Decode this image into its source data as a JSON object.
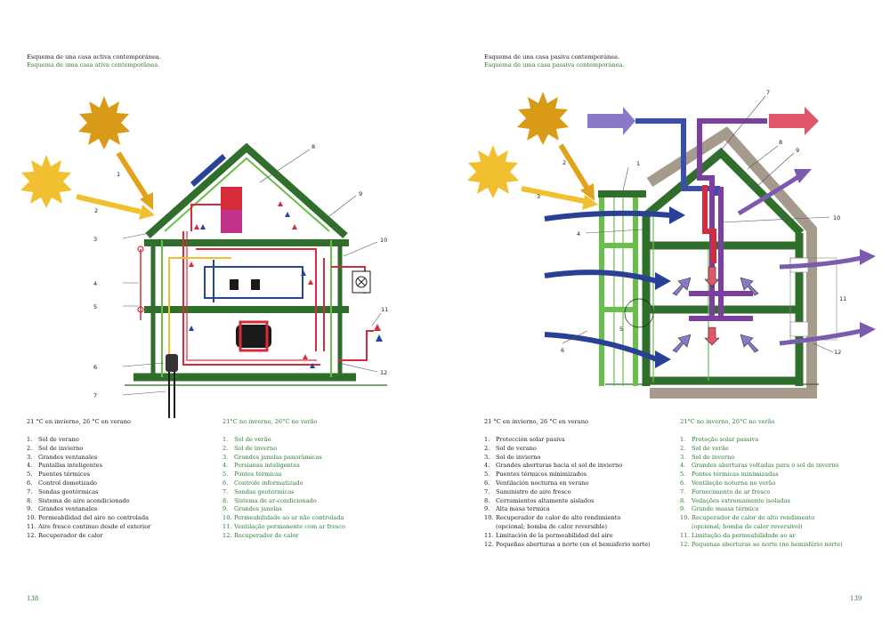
{
  "left": {
    "title_es": "Esquema de una casa activa contemporánea.",
    "title_pt": "Esquema de uma casa ativa contemporânea.",
    "temp_es": "21 °C en invierno, 26 °C en verano",
    "temp_pt": "21°C no inverno, 26°C no verão",
    "legend_es": [
      {
        "num": "1.",
        "text": "Sol de verano"
      },
      {
        "num": "2.",
        "text": "Sol de invierno"
      },
      {
        "num": "3.",
        "text": "Grandes ventanales"
      },
      {
        "num": "4.",
        "text": "Pantallas inteligentes"
      },
      {
        "num": "5.",
        "text": "Puentes térmicos"
      },
      {
        "num": "6.",
        "text": "Control domotizado"
      },
      {
        "num": "7.",
        "text": "Sondas geotérmicas"
      },
      {
        "num": "8.",
        "text": "Sistema de aire acondicionado"
      },
      {
        "num": "9.",
        "text": "Grandes ventanales"
      },
      {
        "num": "10.",
        "text": "Permeabilidad del aire no controlada"
      },
      {
        "num": "11.",
        "text": "Aire fresco continuo desde el exterior"
      },
      {
        "num": "12.",
        "text": "Recuperador de calor"
      }
    ],
    "legend_pt": [
      {
        "num": "1.",
        "text": "Sol de verão"
      },
      {
        "num": "2.",
        "text": "Sol de inverno"
      },
      {
        "num": "3.",
        "text": "Grandes janelas panorâmicas"
      },
      {
        "num": "4.",
        "text": "Persianas inteligentes"
      },
      {
        "num": "5.",
        "text": "Pontes térmicas"
      },
      {
        "num": "6.",
        "text": "Controle informatizado"
      },
      {
        "num": "7.",
        "text": "Sondas geotérmicas"
      },
      {
        "num": "8.",
        "text": "Sistema de ar-condicionado"
      },
      {
        "num": "9.",
        "text": "Grandes janelas"
      },
      {
        "num": "10.",
        "text": "Permeabilidade ao ar não controlada"
      },
      {
        "num": "11.",
        "text": "Ventilação permanente com ar fresco"
      },
      {
        "num": "12.",
        "text": "Recuperador de calor"
      }
    ],
    "callouts": [
      "1",
      "2",
      "3",
      "4",
      "5",
      "6",
      "7",
      "8",
      "9",
      "10",
      "11",
      "12"
    ],
    "page_number": "138"
  },
  "right": {
    "title_es": "Esquema de una casa pasiva contemporánea.",
    "title_pt": "Esquema de uma casa passiva contemporânea.",
    "temp_es": "21 °C en invierno, 26 °C en verano",
    "temp_pt": "21°C no inverno, 26°C no verão",
    "legend_es": [
      {
        "num": "1.",
        "text": "Protección solar pasiva"
      },
      {
        "num": "2.",
        "text": "Sol de verano"
      },
      {
        "num": "3.",
        "text": "Sol de invierno"
      },
      {
        "num": "4.",
        "text": "Grandes aberturas hacia el sol de invierno"
      },
      {
        "num": "5.",
        "text": "Puentes térmicos minimizados"
      },
      {
        "num": "6.",
        "text": "Ventilación nocturna en verano"
      },
      {
        "num": "7.",
        "text": "Suministro de aire fresco"
      },
      {
        "num": "8.",
        "text": "Cerramientos altamente aislados"
      },
      {
        "num": "9.",
        "text": "Alta masa térmica"
      },
      {
        "num": "10.",
        "text": "Recuperador de calor de alto rendimiento"
      },
      {
        "num": "",
        "text": "(opcional; bomba de calor reversible)"
      },
      {
        "num": "11.",
        "text": "Limitación de la permeabilidad del aire"
      },
      {
        "num": "12.",
        "text": "Pequeñas aberturas a norte (en el hemisferio norte)"
      }
    ],
    "legend_pt": [
      {
        "num": "1.",
        "text": "Proteção solar passiva"
      },
      {
        "num": "2.",
        "text": "Sol de verão"
      },
      {
        "num": "3.",
        "text": "Sol de inverno"
      },
      {
        "num": "4.",
        "text": "Grandes aberturas voltadas para o sol de inverno"
      },
      {
        "num": "5.",
        "text": "Pontes térmicas minimizadas"
      },
      {
        "num": "6.",
        "text": "Ventilação noturna no verão"
      },
      {
        "num": "7.",
        "text": "Fornecimento de ar fresco"
      },
      {
        "num": "8.",
        "text": "Vedações extremamente isoladas"
      },
      {
        "num": "9.",
        "text": "Grande massa térmica"
      },
      {
        "num": "10.",
        "text": "Recuperador de calor de alto rendimento"
      },
      {
        "num": "",
        "text": "(opcional; bomba de calor reversível)"
      },
      {
        "num": "11.",
        "text": "Limitação da permeabilidade ao ar"
      },
      {
        "num": "12.",
        "text": "Pequenas aberturas ao norte (no hemisfério norte)"
      }
    ],
    "callouts": [
      "1",
      "2",
      "3",
      "4",
      "5",
      "6",
      "7",
      "8",
      "9",
      "10",
      "11",
      "12"
    ],
    "page_number": "139"
  },
  "colors": {
    "green_dark": "#2f6e2b",
    "green_light": "#6abf4b",
    "sun": "#e0a41a",
    "sun_light": "#f0c030",
    "red": "#d62b3a",
    "blue": "#27449a",
    "purple": "#7b3fa0",
    "gray": "#a59a8c",
    "text_green": "#2e7d32"
  }
}
